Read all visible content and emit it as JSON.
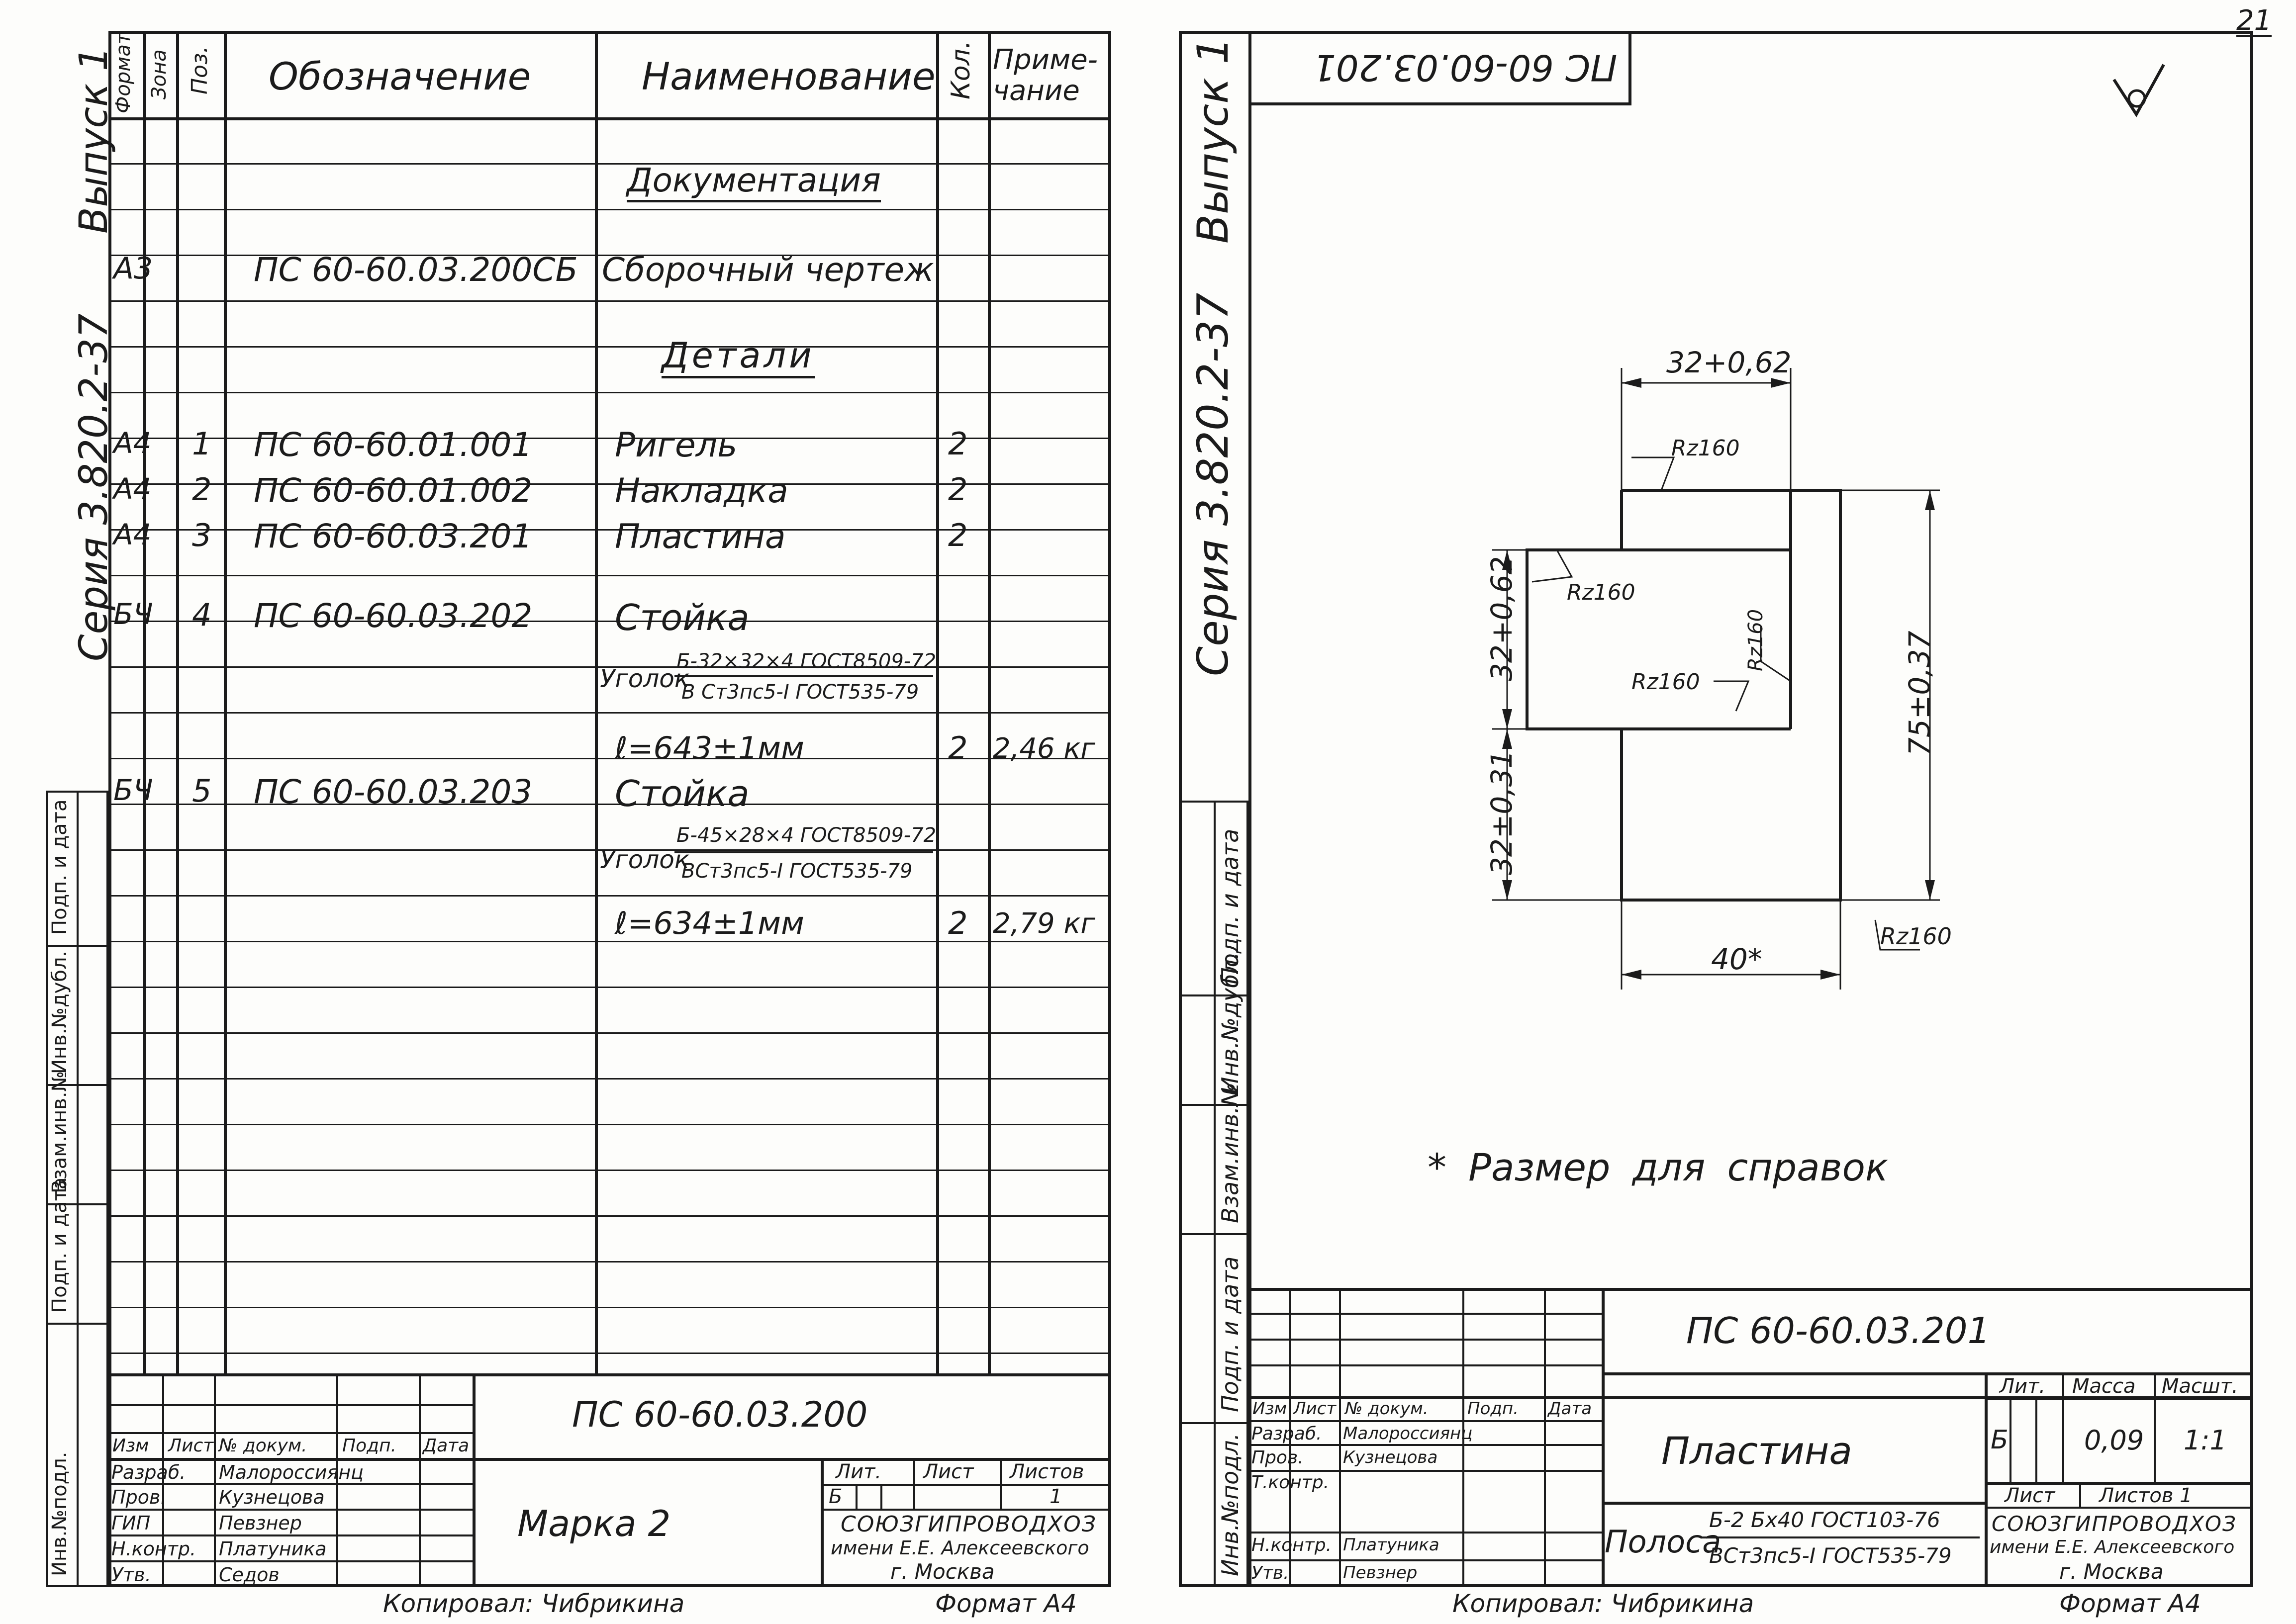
{
  "page_number": "21",
  "spec_sheet": {
    "side_labels": {
      "issue": "Выпуск 1",
      "series": "Серия 3.820.2-37",
      "stamp_fields": [
        "Инв.№подл.",
        "Подп. и дата",
        "Взам.инв.№",
        "Инв.№дубл.",
        "Подп. и дата"
      ]
    },
    "headers": {
      "format": "Формат",
      "zone": "Зона",
      "pos": "Поз.",
      "designation": "Обозначение",
      "name": "Наименование",
      "qty": "Кол.",
      "note": "Приме-чание"
    },
    "rows": [
      {
        "format": "",
        "zone": "",
        "pos": "",
        "designation": "",
        "name": "Документация",
        "qty": "",
        "note": "",
        "underlined": true
      },
      {
        "format": "А3",
        "zone": "",
        "pos": "",
        "designation": "ПС 60-60.03.200СБ",
        "name": "Сборочный чертеж",
        "qty": "",
        "note": ""
      },
      {
        "format": "",
        "zone": "",
        "pos": "",
        "designation": "",
        "name": "Детали",
        "qty": "",
        "note": "",
        "underlined": true
      },
      {
        "format": "А4",
        "zone": "",
        "pos": "1",
        "designation": "ПС 60-60.01.001",
        "name": "Ригель",
        "qty": "2",
        "note": ""
      },
      {
        "format": "А4",
        "zone": "",
        "pos": "2",
        "designation": "ПС 60-60.01.002",
        "name": "Накладка",
        "qty": "2",
        "note": ""
      },
      {
        "format": "А4",
        "zone": "",
        "pos": "3",
        "designation": "ПС 60-60.03.201",
        "name": "Пластина",
        "qty": "2",
        "note": ""
      },
      {
        "format": "БЧ",
        "zone": "",
        "pos": "4",
        "designation": "ПС 60-60.03.202",
        "name": "Стойка",
        "qty": "",
        "note": ""
      },
      {
        "format": "",
        "zone": "",
        "pos": "",
        "designation": "",
        "name_prefix": "Уголок",
        "name_top": "Б-32×32×4 ГОСТ8509-72",
        "name_bottom": "В Ст3пс5-I ГОСТ535-79",
        "qty": "",
        "note": ""
      },
      {
        "format": "",
        "zone": "",
        "pos": "",
        "designation": "",
        "name": "ℓ=643±1мм",
        "qty": "2",
        "note": "2,46 кг"
      },
      {
        "format": "БЧ",
        "zone": "",
        "pos": "5",
        "designation": "ПС 60-60.03.203",
        "name": "Стойка",
        "qty": "",
        "note": ""
      },
      {
        "format": "",
        "zone": "",
        "pos": "",
        "designation": "",
        "name_prefix": "Уголок",
        "name_top": "Б-45×28×4 ГОСТ8509-72",
        "name_bottom": "ВСт3пс5-I ГОСТ535-79",
        "qty": "",
        "note": ""
      },
      {
        "format": "",
        "zone": "",
        "pos": "",
        "designation": "",
        "name": "ℓ=634±1мм",
        "qty": "2",
        "note": "2,79 кг"
      }
    ],
    "title_block": {
      "designation": "ПС 60-60.03.200",
      "title": "Марка 2",
      "headers": {
        "change": "Изм",
        "sheet": "Лист",
        "doc_no": "№ докум.",
        "sign": "Подп.",
        "date": "Дата"
      },
      "people": [
        {
          "role": "Разраб.",
          "name": "Малороссиянц"
        },
        {
          "role": "Пров.",
          "name": "Кузнецова"
        },
        {
          "role": "ГИП",
          "name": "Певзнер"
        },
        {
          "role": "Н.контр.",
          "name": "Платуника"
        },
        {
          "role": "Утв.",
          "name": "Седов"
        }
      ],
      "lit_label": "Лит.",
      "sheet_label": "Лист",
      "sheets_label": "Листов",
      "lit": "Б",
      "sheets": "1",
      "org_line1": "СОЮЗГИПРОВОДХОЗ",
      "org_line2": "имени Е.Е. Алексеевского",
      "org_line3": "г. Москва"
    },
    "copied_by": "Копировал: Чибрикина",
    "format": "Формат А4"
  },
  "drawing_sheet": {
    "corner_stamp": "ПС 60-60.03.201",
    "side_labels": {
      "issue": "Выпуск 1",
      "series": "Серия 3.820.2-37",
      "stamp_fields": [
        "Подп. и дата",
        "Инв.№дубл.",
        "Взам.инв.№",
        "Подп. и дата",
        "Инв.№подл."
      ]
    },
    "dimensions": {
      "top_width": "32+0,62",
      "left_upper": "32+0,62",
      "left_lower": "32±0,31",
      "right_height": "75±0,37",
      "bottom_width": "40*",
      "rz": "Rz160"
    },
    "note": "* Размер для справок",
    "title_block": {
      "designation": "ПС 60-60.03.201",
      "title": "Пластина",
      "material_prefix": "Полоса",
      "material_top": "Б-2 Бх40 ГОСТ103-76",
      "material_bottom": "ВСт3пс5-I ГОСТ535-79",
      "lit_label": "Лит.",
      "mass_label": "Масса",
      "scale_label": "Масшт.",
      "lit": "Б",
      "mass": "0,09",
      "scale": "1:1",
      "sheet_label": "Лист",
      "sheets_label": "Листов 1",
      "headers": {
        "change": "Изм",
        "sheet": "Лист",
        "doc_no": "№ докум.",
        "sign": "Подп.",
        "date": "Дата"
      },
      "people": [
        {
          "role": "Разраб.",
          "name": "Малороссиянц"
        },
        {
          "role": "Пров.",
          "name": "Кузнецова"
        },
        {
          "role": "Т.контр.",
          "name": ""
        },
        {
          "role": "Н.контр.",
          "name": "Платуника"
        },
        {
          "role": "Утв.",
          "name": "Певзнер"
        }
      ],
      "org_line1": "СОЮЗГИПРОВОДХОЗ",
      "org_line2": "имени Е.Е. Алексеевского",
      "org_line3": "г. Москва"
    },
    "copied_by": "Копировал: Чибрикина",
    "format": "Формат А4"
  }
}
